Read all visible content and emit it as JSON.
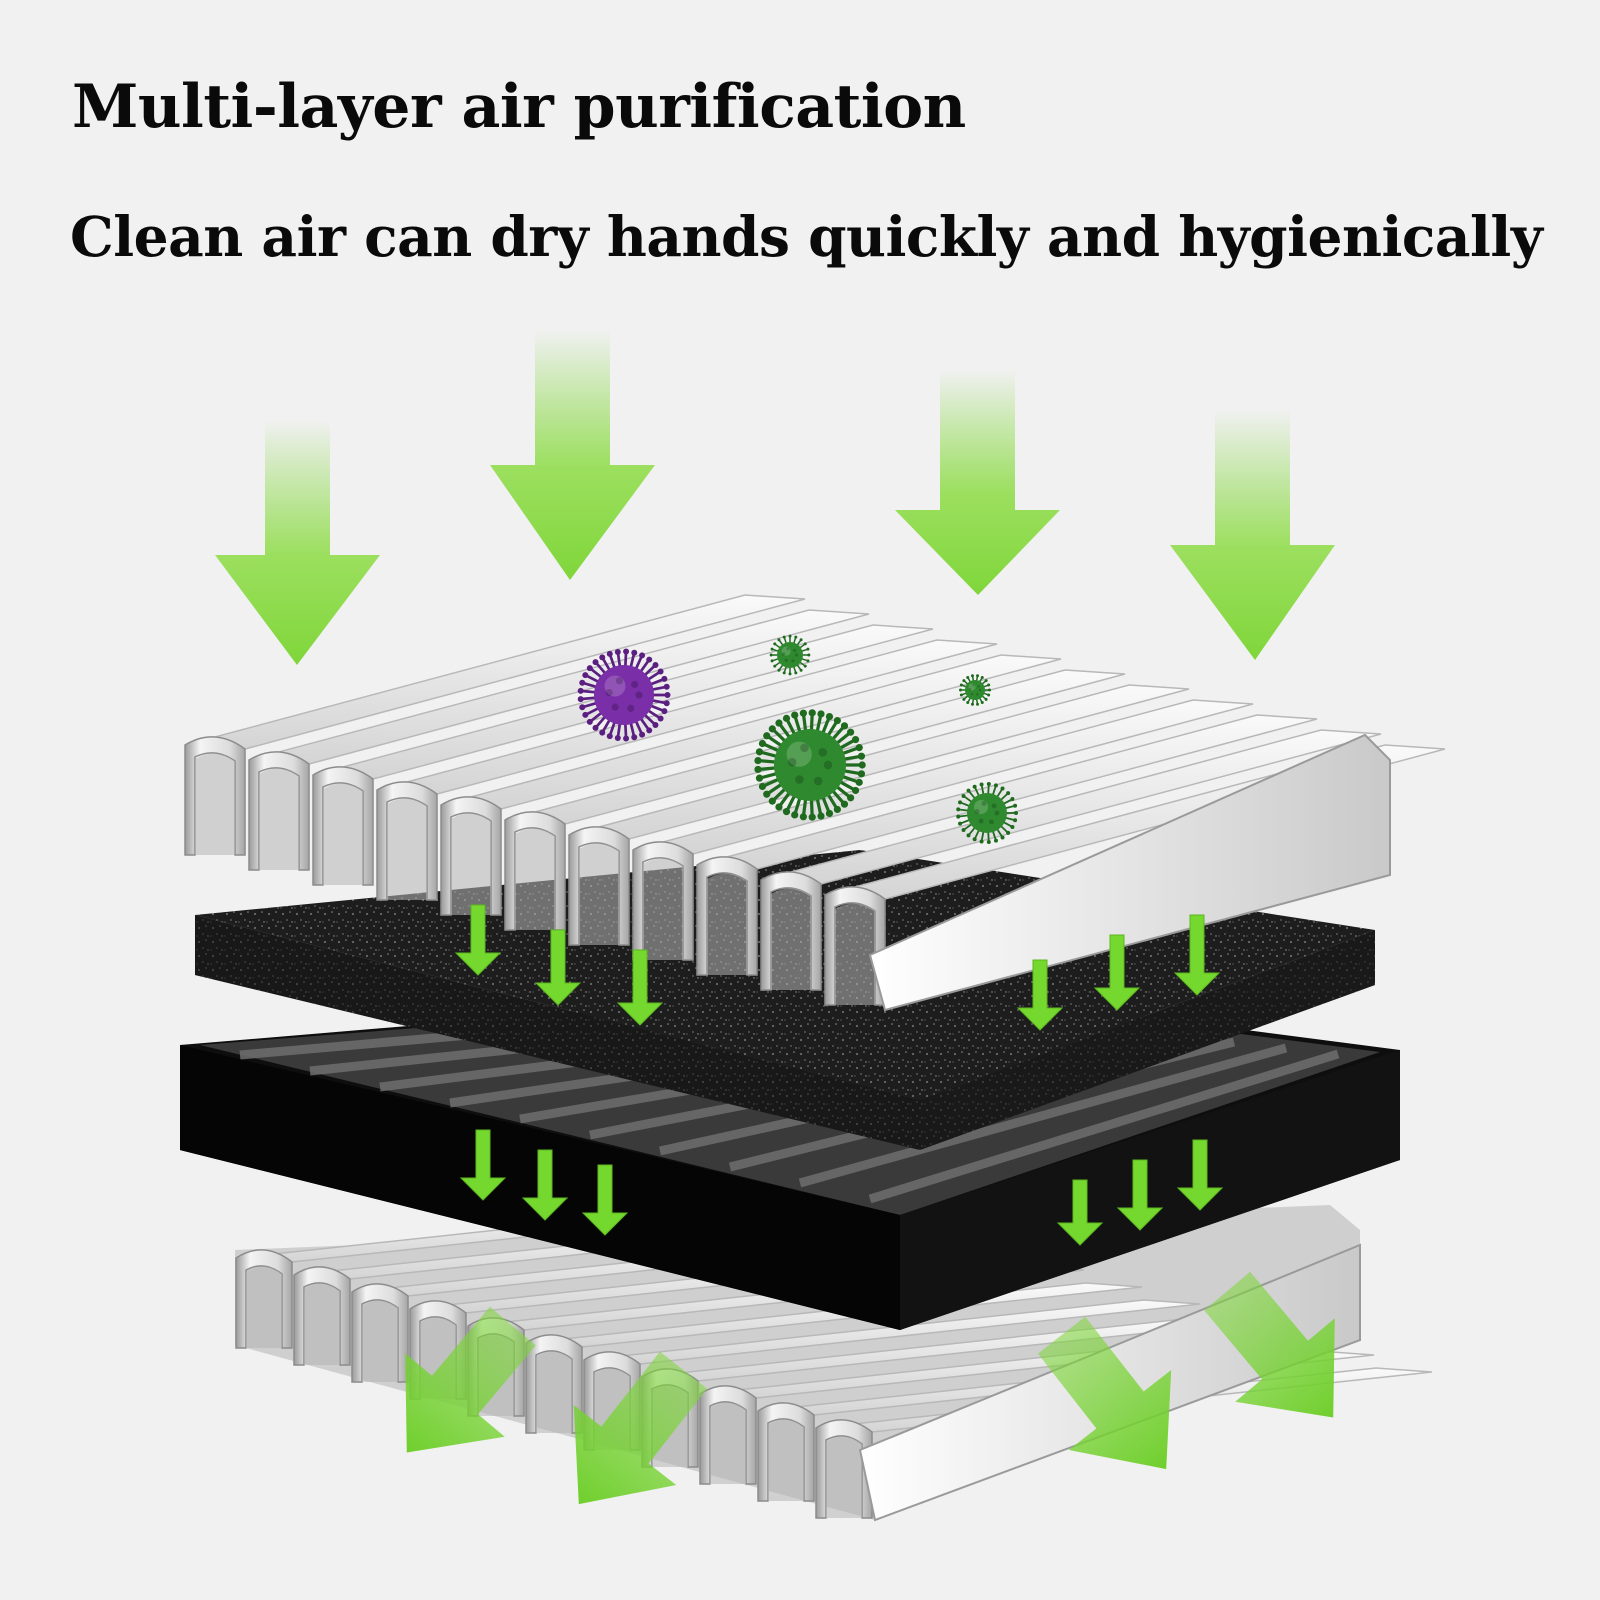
{
  "header": {
    "title": "Multi-layer air purification",
    "subtitle": "Clean air can dry hands quickly and hygienically"
  },
  "illustration": {
    "layers": [
      "pleated-prefilter",
      "activated-carbon-foam",
      "black-filter-frame",
      "pleated-hepa-filter"
    ],
    "icons": [
      "air-flow-arrow-icon",
      "virus-icon"
    ],
    "colors": {
      "background": "#f1f1f1",
      "arrow_green": "#7fd63a",
      "virus_purple": "#7a2ea8",
      "virus_green": "#2f8a2f",
      "carbon": "#1c1c1c",
      "frame": "#0e0e0e",
      "pleat": "#e2e2e2"
    }
  }
}
